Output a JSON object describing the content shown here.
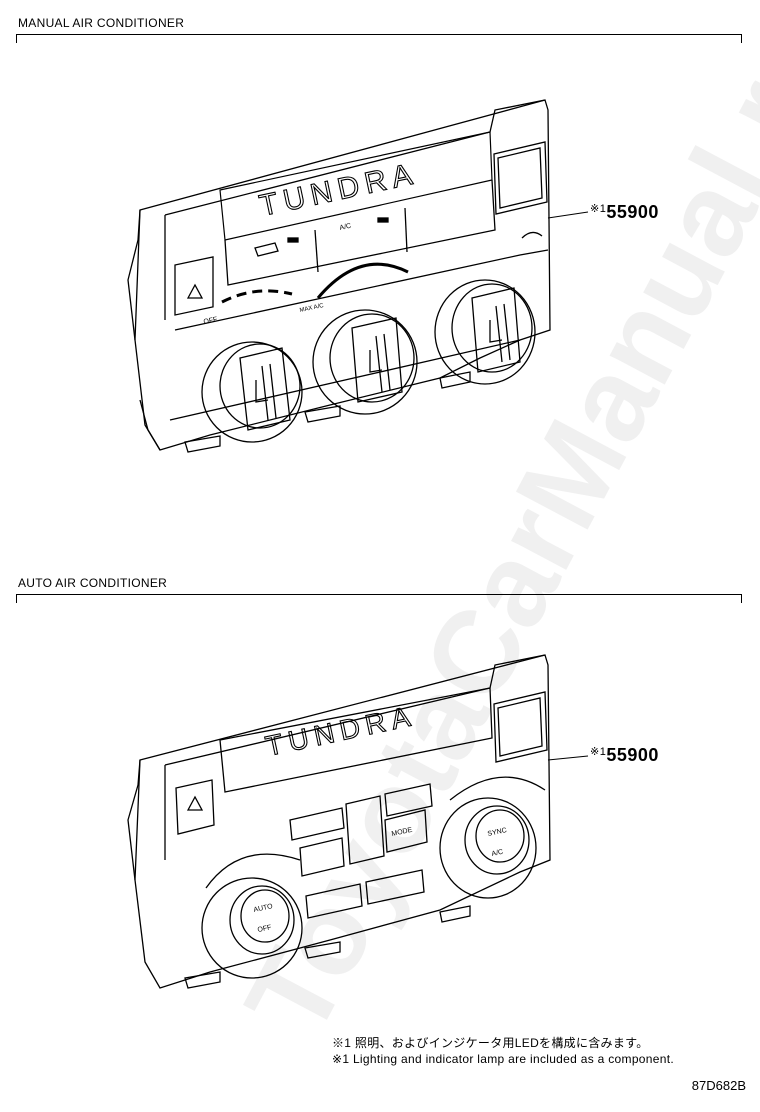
{
  "sections": {
    "manual": {
      "title": "MANUAL AIR CONDITIONER",
      "ref_prefix": "※1",
      "part_number": "55900",
      "brand": "TUNDRA",
      "labels": {
        "ac": "A/C",
        "fan_off": "OFF",
        "max_ac": "MAX A/C"
      }
    },
    "auto": {
      "title": "AUTO AIR CONDITIONER",
      "ref_prefix": "※1",
      "part_number": "55900",
      "brand": "TUNDRA",
      "labels": {
        "mode": "MODE",
        "auto": "AUTO",
        "off": "OFF",
        "sync": "SYNC",
        "ac": "A/C"
      }
    }
  },
  "notes": {
    "jp": "※1 照明、およびインジケータ用LEDを構成に含みます。",
    "en": "※1 Lighting and indicator lamp are included as a component."
  },
  "figure_id": "87D682B",
  "watermark": "ToyotaCarManual.ru"
}
